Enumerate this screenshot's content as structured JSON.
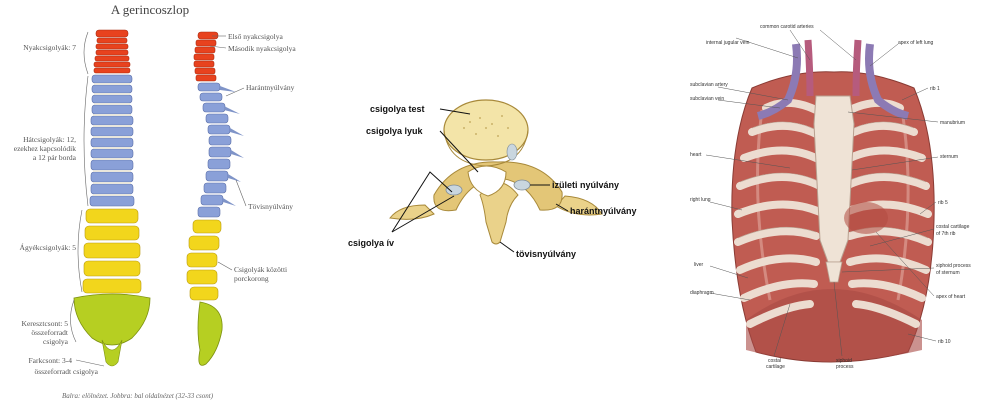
{
  "spine_panel": {
    "title": "A gerincoszlop",
    "left_labels": {
      "cervical": "Nyakcsigolyák: 7",
      "thoracic_1": "Hátcsigolyák: 12,",
      "thoracic_2": "ezekhez kapcsolódik",
      "thoracic_3": "a 12 pár borda",
      "lumbar": "Ágyékcsigolyák: 5",
      "sacral_1": "Keresztcsont: 5",
      "sacral_2": "összeforradt",
      "sacral_3": "csigolya",
      "coccyx_1": "Farkcsont: 3-4",
      "coccyx_2": "összeforradt csigolya"
    },
    "right_labels": {
      "atlas": "Első nyakcsigolya",
      "axis": "Második nyakcsigolya",
      "transverse": "Harántnyúlvány",
      "spinous": "Tövisnyúlvány",
      "disc_1": "Csigolyák közötti",
      "disc_2": "porckorong"
    },
    "caption": "Balra: elölnézet. Jobbra: bal oldalnézet (32-33 csont)",
    "colors": {
      "cervical": "#e8421e",
      "thoracic": "#8aa0d8",
      "lumbar": "#f2d61c",
      "sacral": "#b6cf22"
    }
  },
  "vertebra_panel": {
    "labels": {
      "body": "csigolya test",
      "foramen": "csigolya lyuk",
      "articular": "izületi nyúlvány",
      "transverse": "harántnyúlvány",
      "arch": "csigolya ív",
      "spinous": "tövisnyúlvány"
    },
    "colors": {
      "bone": "#ead28a",
      "cartilage": "#c9d6df"
    }
  },
  "thorax_panel": {
    "top_labels": {
      "a": "common carotid arteries",
      "b": "internal jugular vein",
      "c": "apex of left lung",
      "d": "subclavian artery",
      "e": "subclavian vein"
    },
    "left_labels": {
      "heart": "heart",
      "right_lung": "right lung",
      "liver": "liver",
      "diaphragm": "diaphragm"
    },
    "right_labels": {
      "rib1": "rib 1",
      "manubrium": "manubrium",
      "sternum": "sternum",
      "rib5": "rib 5",
      "costal1": "costal cartilage",
      "costal2": "of 7th rib",
      "apex1": "xiphoid process",
      "apex2": "of sternum",
      "apex_heart": "apex of heart",
      "rib10": "rib 10"
    },
    "bottom_labels": {
      "costal1": "costal",
      "costal2": "cartilage",
      "xiphoid1": "xiphoid",
      "xiphoid2": "process"
    },
    "colors": {
      "muscle": "#c05c52",
      "rib": "#ecdcd0",
      "vein": "#8c7ab4",
      "artery": "#b65b7d"
    }
  }
}
